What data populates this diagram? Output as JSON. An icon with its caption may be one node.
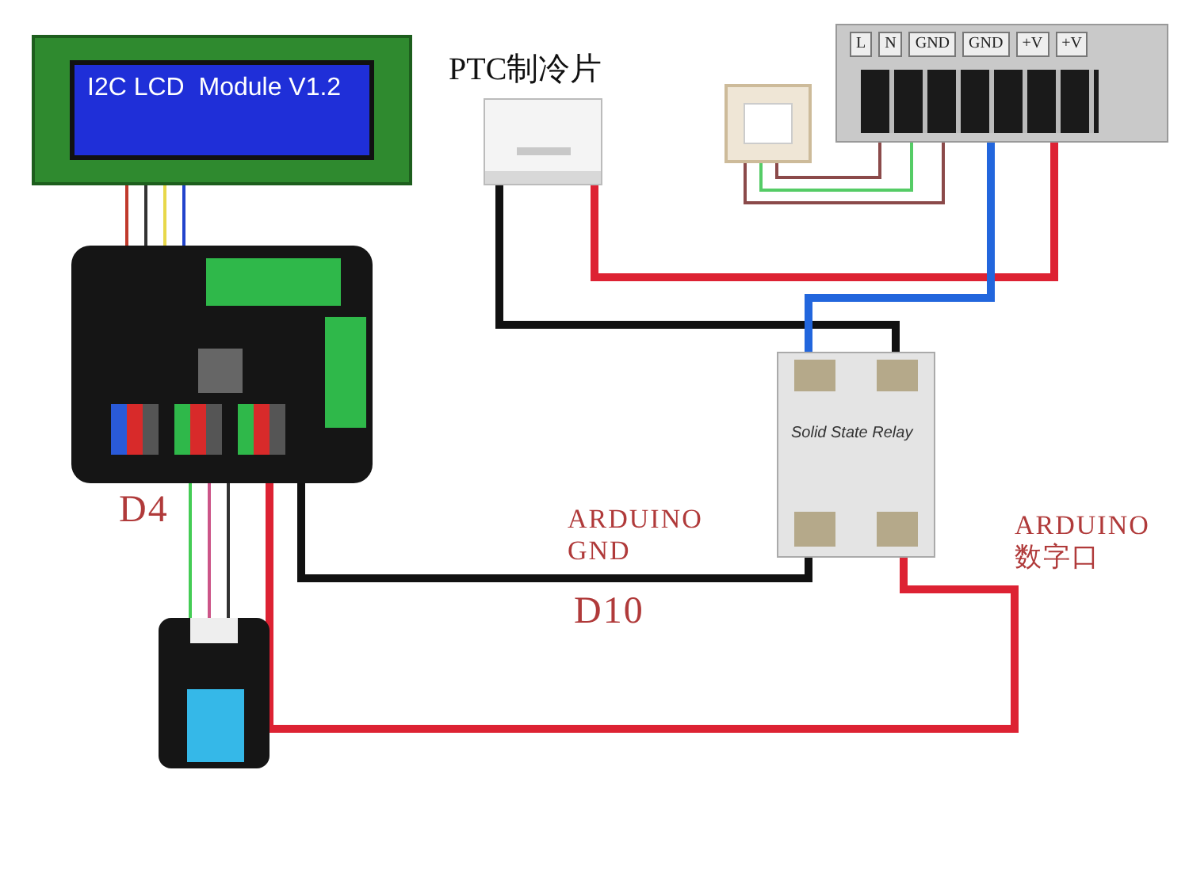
{
  "diagram": {
    "nodes": [
      {
        "text": [
          "I2C LCD  Module V1.2"
        ]
      },
      {
        "text": [],
        "shape": "picture"
      },
      {
        "text": [],
        "shape": "picture",
        "beside": [
          "PTC制冷片"
        ]
      },
      {
        "text": [],
        "shape": "picture"
      },
      {
        "text": [
          "L",
          "N",
          "GND",
          "GND",
          "+V",
          "+V"
        ]
      },
      {
        "text": [
          "Solid State Relay"
        ]
      },
      {
        "text": [],
        "shape": "picture"
      }
    ],
    "edges": [
      {
        "from": 0,
        "to": 1,
        "arrow": "none",
        "color": "#c0392b"
      },
      {
        "from": 0,
        "to": 1,
        "arrow": "none",
        "color": "#333333"
      },
      {
        "from": 0,
        "to": 1,
        "arrow": "none",
        "color": "#e8d84a"
      },
      {
        "from": 0,
        "to": 1,
        "arrow": "none",
        "color": "#2244cc"
      },
      {
        "from": 1,
        "to": 6,
        "arrow": "none",
        "color": "#44cc55"
      },
      {
        "from": 1,
        "to": 6,
        "arrow": "none",
        "color": "#cc5588"
      },
      {
        "from": 1,
        "to": 6,
        "arrow": "none",
        "color": "#333333"
      },
      {
        "from": 1,
        "to": 5,
        "arrow": "none",
        "style": "thick",
        "color": "#111111"
      },
      {
        "from": 1,
        "to": 5,
        "arrow": "none",
        "style": "thick",
        "color": "#dd2233"
      },
      {
        "from": 2,
        "to": 4,
        "arrow": "none",
        "style": "thick",
        "color": "#dd2233"
      },
      {
        "from": 2,
        "to": 5,
        "arrow": "none",
        "style": "thick",
        "color": "#111111"
      },
      {
        "from": 4,
        "to": 5,
        "arrow": "none",
        "style": "thick",
        "color": "#2266dd"
      },
      {
        "from": 3,
        "to": 4,
        "arrow": "none",
        "color": "#8b4a4a"
      },
      {
        "from": 3,
        "to": 4,
        "arrow": "none",
        "color": "#55cc66"
      },
      {
        "from": 3,
        "to": 4,
        "arrow": "none",
        "color": "#8b4a4a"
      }
    ],
    "labels": [
      "D4",
      "ARDUINO GND",
      "D10",
      "ARDUINO 数字口"
    ]
  }
}
